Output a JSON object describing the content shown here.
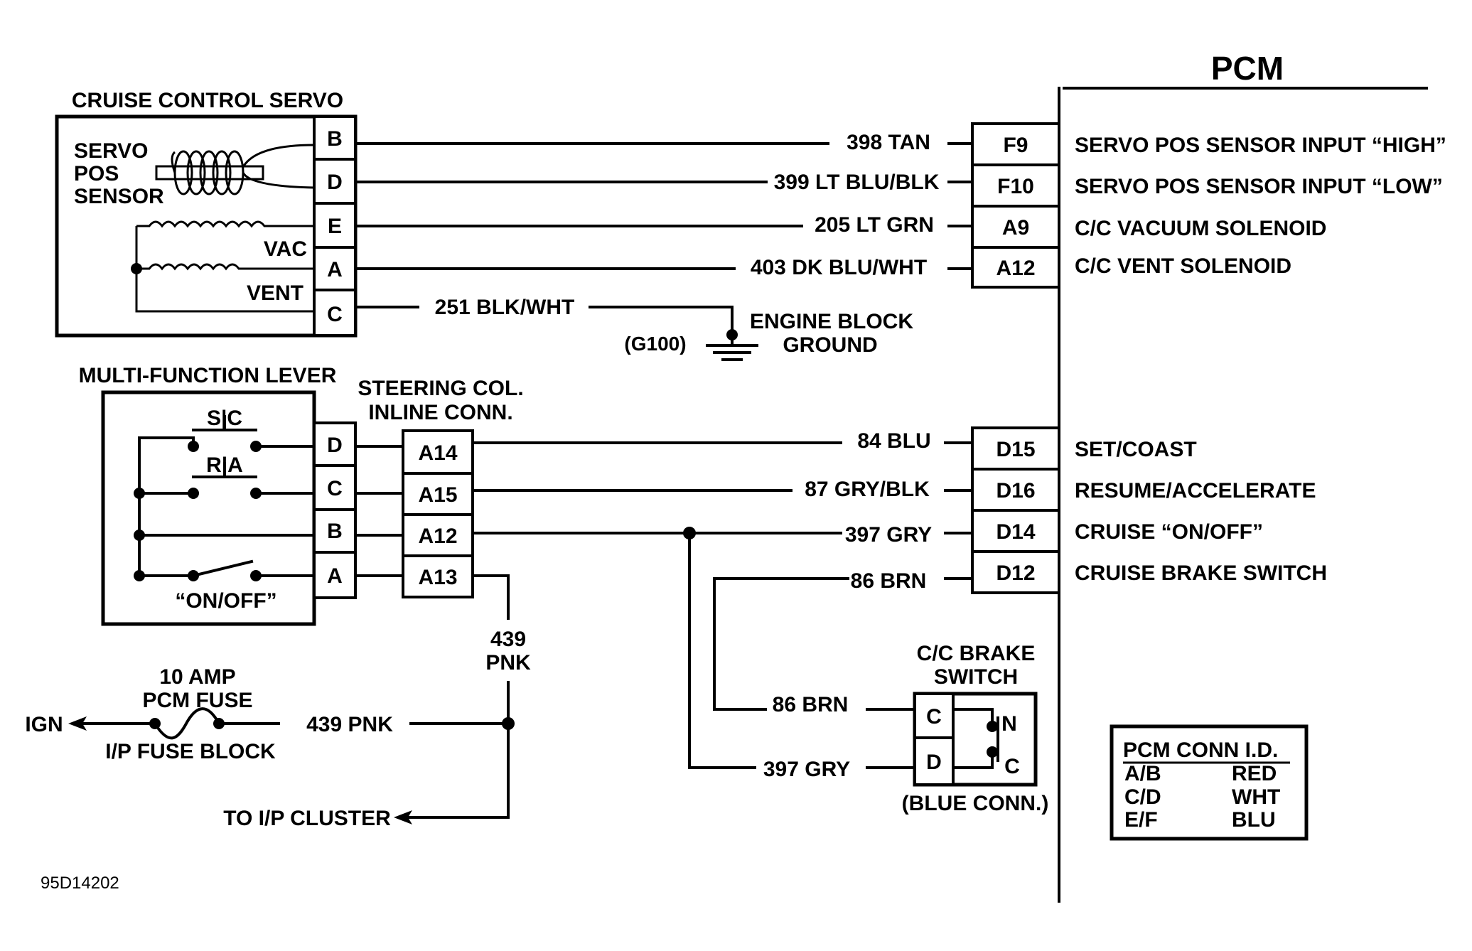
{
  "pcm": {
    "title": "PCM",
    "pins": [
      {
        "id": "F9",
        "wire": "398 TAN",
        "function": "SERVO POS SENSOR INPUT “HIGH”"
      },
      {
        "id": "F10",
        "wire": "399 LT BLU/BLK",
        "function": "SERVO POS SENSOR INPUT “LOW”"
      },
      {
        "id": "A9",
        "wire": "205 LT GRN",
        "function": "C/C VACUUM SOLENOID"
      },
      {
        "id": "A12",
        "wire": "403 DK BLU/WHT",
        "function": "C/C VENT SOLENOID"
      },
      {
        "id": "D15",
        "wire": "84 BLU",
        "function": "SET/COAST"
      },
      {
        "id": "D16",
        "wire": "87 GRY/BLK",
        "function": "RESUME/ACCELERATE"
      },
      {
        "id": "D14",
        "wire": "397 GRY",
        "function": "CRUISE “ON/OFF”"
      },
      {
        "id": "D12",
        "wire": "86 BRN",
        "function": "CRUISE BRAKE SWITCH"
      }
    ]
  },
  "servo": {
    "title": "CRUISE CONTROL SERVO",
    "sensor_label": [
      "SERVO",
      "POS",
      "SENSOR"
    ],
    "vac_label": "VAC",
    "vent_label": "VENT",
    "pins": [
      "B",
      "D",
      "E",
      "A",
      "C"
    ],
    "ground_wire": "251 BLK/WHT"
  },
  "ground": {
    "id": "(G100)",
    "label": [
      "ENGINE BLOCK",
      "GROUND"
    ]
  },
  "lever": {
    "title": "MULTI-FUNCTION LEVER",
    "sc_label": "S|C",
    "ra_label": "R|A",
    "onoff_label": "“ON/OFF”",
    "pins": [
      "D",
      "C",
      "B",
      "A"
    ]
  },
  "inline_conn": {
    "title": [
      "STEERING COL.",
      "INLINE CONN."
    ],
    "pins": [
      "A14",
      "A15",
      "A12",
      "A13"
    ]
  },
  "feed": {
    "wire_vertical": [
      "439",
      "PNK"
    ],
    "wire_horizontal": "439 PNK",
    "fuse_label": [
      "10 AMP",
      "PCM FUSE"
    ],
    "fuse_block": "I/P FUSE BLOCK",
    "ign": "IGN",
    "cluster": "TO I/P CLUSTER"
  },
  "brake_switch": {
    "title": [
      "C/C BRAKE",
      "SWITCH"
    ],
    "pins": [
      "C",
      "D"
    ],
    "wire_c": "86 BRN",
    "wire_d": "397 GRY",
    "contact_n": "N",
    "contact_c": "C",
    "connector": "(BLUE CONN.)"
  },
  "legend": {
    "title": "PCM CONN I.D.",
    "rows": [
      {
        "conn": "A/B",
        "color": "RED"
      },
      {
        "conn": "C/D",
        "color": "WHT"
      },
      {
        "conn": "E/F",
        "color": "BLU"
      }
    ]
  },
  "figure_id": "95D14202"
}
